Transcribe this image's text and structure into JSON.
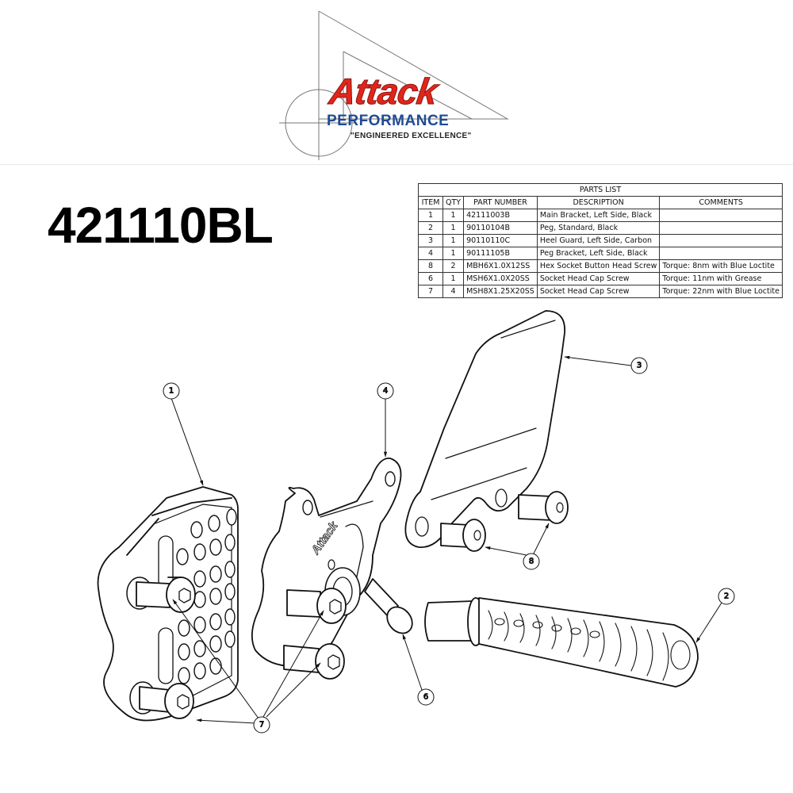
{
  "logo": {
    "brand": "Attack",
    "subbrand": "PERFORMANCE",
    "tagline": "\"ENGINEERED EXCELLENCE\"",
    "colors": {
      "brand_red": "#e0261b",
      "brand_blue": "#1f4a93"
    }
  },
  "title": "421110BL",
  "parts_list": {
    "caption": "PARTS LIST",
    "columns": [
      "ITEM",
      "QTY",
      "PART NUMBER",
      "DESCRIPTION",
      "COMMENTS"
    ],
    "rows": [
      {
        "item": "1",
        "qty": "1",
        "part_number": "42111003B",
        "description": "Main Bracket, Left Side, Black",
        "comments": ""
      },
      {
        "item": "2",
        "qty": "1",
        "part_number": "90110104B",
        "description": "Peg, Standard, Black",
        "comments": ""
      },
      {
        "item": "3",
        "qty": "1",
        "part_number": "90110110C",
        "description": "Heel Guard, Left Side, Carbon",
        "comments": ""
      },
      {
        "item": "4",
        "qty": "1",
        "part_number": "90111105B",
        "description": "Peg Bracket, Left Side, Black",
        "comments": ""
      },
      {
        "item": "8",
        "qty": "2",
        "part_number": "MBH6X1.0X12SS",
        "description": "Hex Socket Button Head Screw",
        "comments": "Torque: 8nm with Blue Loctite"
      },
      {
        "item": "6",
        "qty": "1",
        "part_number": "MSH6X1.0X20SS",
        "description": "Socket Head Cap Screw",
        "comments": "Torque: 11nm with Grease"
      },
      {
        "item": "7",
        "qty": "4",
        "part_number": "MSH8X1.25X20SS",
        "description": "Socket Head Cap Screw",
        "comments": "Torque: 22nm with Blue Loctite"
      }
    ]
  },
  "callouts": [
    {
      "label": "1",
      "part": "Main Bracket"
    },
    {
      "label": "4",
      "part": "Peg Bracket"
    },
    {
      "label": "3",
      "part": "Heel Guard"
    },
    {
      "label": "8",
      "part": "Button Head Screws"
    },
    {
      "label": "2",
      "part": "Peg"
    },
    {
      "label": "6",
      "part": "Peg Pivot Screw"
    },
    {
      "label": "7",
      "part": "Cap Screws"
    }
  ],
  "drawing_watermark": "Attack"
}
